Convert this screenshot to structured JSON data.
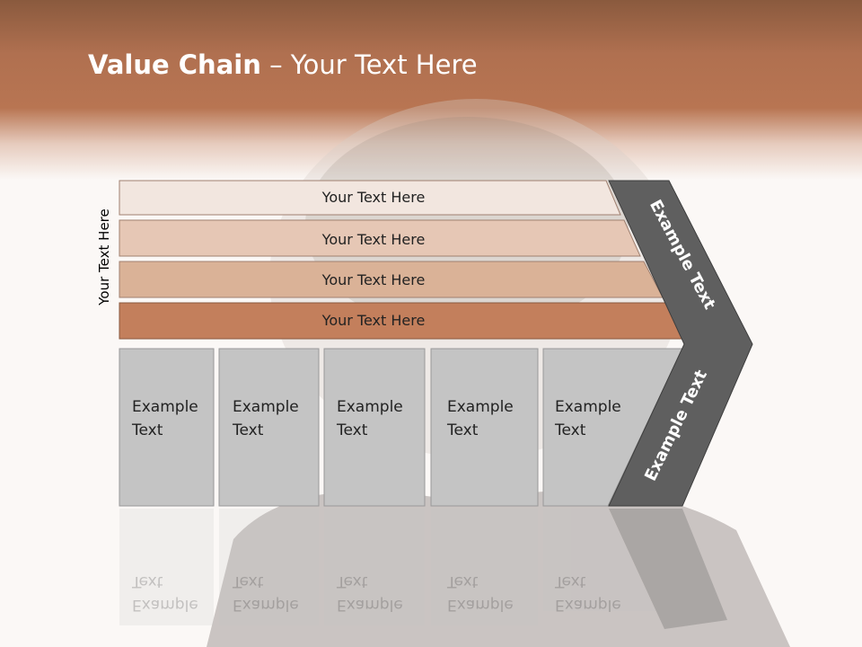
{
  "title": {
    "bold": "Value Chain",
    "rest": " – Your Text Here"
  },
  "side_label": "Your Text Here",
  "rows": [
    {
      "label": "Your Text Here",
      "color": "#f2e6df"
    },
    {
      "label": "Your Text Here",
      "color": "#e6c7b5"
    },
    {
      "label": "Your Text Here",
      "color": "#dab297"
    },
    {
      "label": "Your Text Here",
      "color": "#c37f5c"
    }
  ],
  "boxes": [
    {
      "line1": "Example",
      "line2": "Text"
    },
    {
      "line1": "Example",
      "line2": "Text"
    },
    {
      "line1": "Example",
      "line2": "Text"
    },
    {
      "line1": "Example",
      "line2": "Text"
    },
    {
      "line1": "Example",
      "line2": "Text"
    }
  ],
  "arrow_top": "Example Text",
  "arrow_bottom": "Example Text",
  "colors": {
    "box": "#c4c4c4",
    "arrow": "#5f5f5f",
    "header": "#b87552"
  }
}
